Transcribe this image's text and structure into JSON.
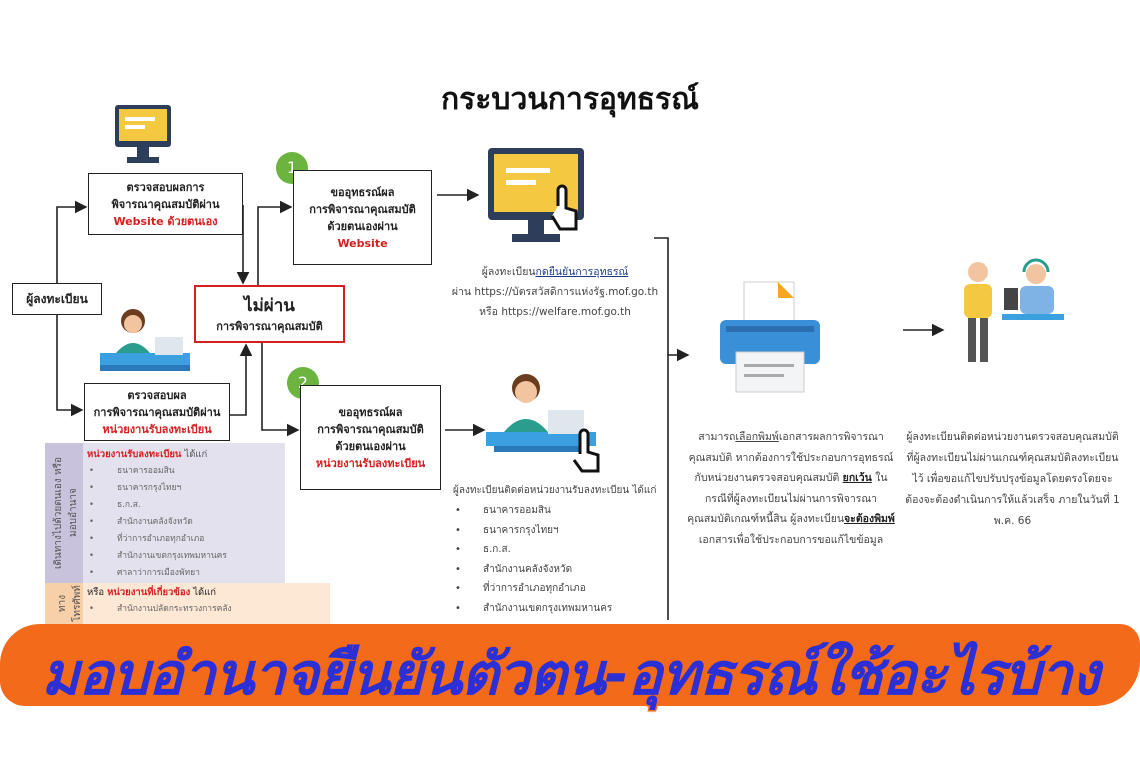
{
  "title": "กระบวนการอุทธรณ์",
  "registrant": "ผู้ลงทะเบียน",
  "check_web": {
    "l1": "ตรวจสอบผลการ",
    "l2": "พิจารณาคุณสมบัติผ่าน",
    "l3": "Website ด้วยตนเอง"
  },
  "check_office": {
    "l1": "ตรวจสอบผล",
    "l2": "การพิจารณาคุณสมบัติผ่าน",
    "l3": "หน่วยงานรับลงทะเบียน"
  },
  "fail": {
    "l1": "ไม่ผ่าน",
    "l2": "การพิจารณาคุณสมบัติ"
  },
  "step1": {
    "num": "1",
    "l1": "ขออุทธรณ์ผล",
    "l2": "การพิจารณาคุณสมบัติ",
    "l3": "ด้วยตนเองผ่าน",
    "l4": "Website"
  },
  "step2": {
    "num": "2",
    "l1": "ขออุทธรณ์ผล",
    "l2": "การพิจารณาคุณสมบัติ",
    "l3": "ด้วยตนเองผ่าน",
    "l4": "หน่วยงานรับลงทะเบียน"
  },
  "web_text": {
    "pre": "ผู้ลงทะเบียน",
    "link": "กดยืนยันการอุทธรณ์",
    "l2": "ผ่าน https://บัตรสวัสดิการแห่งรัฐ.mof.go.th",
    "l3": "หรือ https://welfare.mof.go.th"
  },
  "office_text": {
    "intro": "ผู้ลงทะเบียนติดต่อหน่วยงานรับลงทะเบียน ได้แก่",
    "items": [
      "ธนาคารออมสิน",
      "ธนาคารกรุงไทยฯ",
      "ธ.ก.ส.",
      "สำนักงานคลังจังหวัด",
      "ที่ว่าการอำเภอทุกอำเภอ",
      "สำนักงานเขตกรุงเทพมหานคร"
    ]
  },
  "print_text": {
    "a": "สามารถ",
    "b": "เลือกพิมพ์",
    "c": "เอกสารผลการพิจารณาคุณสมบัติ หากต้องการใช้ประกอบการอุทธรณ์กับหน่วยงานตรวจสอบคุณสมบัติ",
    "d": "ยกเว้น",
    "e": " ในกรณีที่ผู้ลงทะเบียนไม่ผ่านการพิจารณาคุณสมบัติเกณฑ์หนี้สิน ผู้ลงทะเบียน",
    "f": "จะต้องพิมพ์",
    "g": "เอกสารเพื่อใช้ประกอบการขอแก้ไขข้อมูล"
  },
  "contact_text": "ผู้ลงทะเบียนติดต่อหน่วยงานตรวจสอบคุณสมบัติที่ผู้ลงทะเบียนไม่ผ่านเกณฑ์คุณสมบัติลงทะเบียนไว้ เพื่อขอแก้ไขปรับปรุงข้อมูลโดยตรงโดยจะต้องจะต้องดำเนินการให้แล้วเสร็จ ภายในวันที่ 1 พ.ค. 66",
  "table": {
    "side1": "เดินทางไปด้วยตนเอง หรือมอบอำนาจ",
    "head1": "หน่วยงานรับลงทะเบียน",
    "head1_suffix": " ได้แก่",
    "items": [
      "ธนาคารออมสิน",
      "ธนาคารกรุงไทยฯ",
      "ธ.ก.ส.",
      "สำนักงานคลังจังหวัด",
      "ที่ว่าการอำเภอทุกอำเภอ",
      "สำนักงานเขตกรุงเทพมหานคร",
      "ศาลาว่าการเมืองพัทยา"
    ],
    "side2": "ทางโทรศัพท์",
    "head2_pre": "หรือ ",
    "head2": "หน่วยงานที่เกี่ยวข้อง",
    "head2_suffix": " ได้แก่",
    "items2": [
      "สำนักงานปลัดกระทรวงการคลัง"
    ]
  },
  "banner": "มอบอำนาจยืนยันตัวตน-อุทธรณ์ใช้อะไรบ้าง"
}
